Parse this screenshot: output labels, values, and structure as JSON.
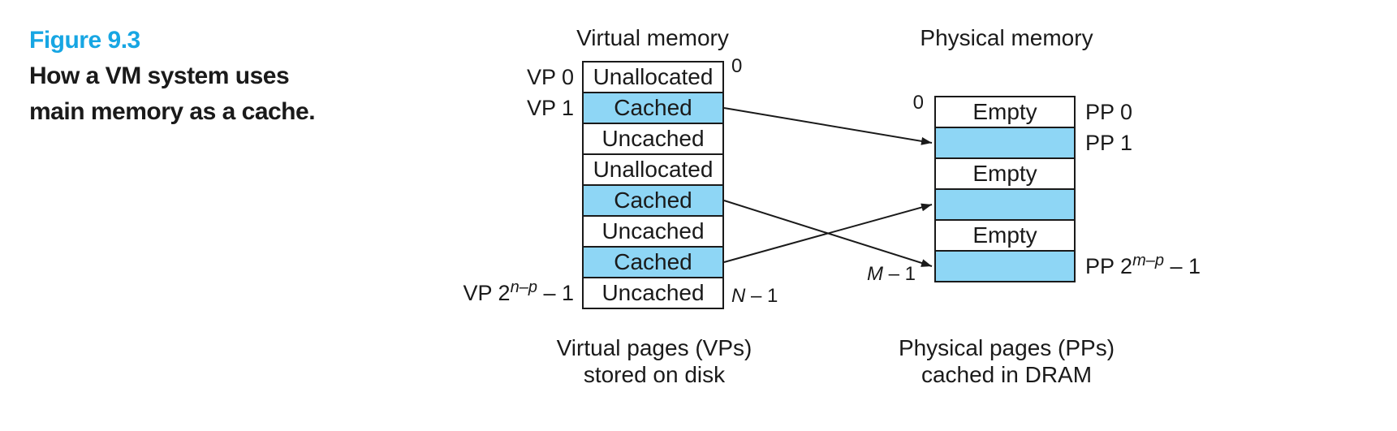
{
  "colors": {
    "accent_blue": "#17a6e3",
    "cell_fill": "#8ed6f5",
    "ink": "#1a1a1a"
  },
  "caption": {
    "label": "Figure 9.3",
    "line1": "How a VM system uses",
    "line2": "main memory as a cache."
  },
  "virtual_memory": {
    "title": "Virtual memory",
    "address_top": "0",
    "address_bottom": {
      "italic": "N",
      "rest": " – 1"
    },
    "rows": [
      {
        "state": "Unallocated",
        "filled": false
      },
      {
        "state": "Cached",
        "filled": true
      },
      {
        "state": "Uncached",
        "filled": false
      },
      {
        "state": "Unallocated",
        "filled": false
      },
      {
        "state": "Cached",
        "filled": true
      },
      {
        "state": "Uncached",
        "filled": false
      },
      {
        "state": "Cached",
        "filled": true
      },
      {
        "state": "Uncached",
        "filled": false
      }
    ],
    "labels": {
      "vp0": "VP 0",
      "vp1": "VP 1",
      "last": {
        "pre": "VP 2",
        "sup": "n–p",
        "post": " – 1"
      }
    },
    "footer_line1": "Virtual pages (VPs)",
    "footer_line2": "stored on disk"
  },
  "physical_memory": {
    "title": "Physical memory",
    "address_top": "0",
    "address_bottom": {
      "italic": "M",
      "rest": " – 1"
    },
    "rows": [
      {
        "state": "Empty",
        "filled": false
      },
      {
        "state": "",
        "filled": true
      },
      {
        "state": "Empty",
        "filled": false
      },
      {
        "state": "",
        "filled": true
      },
      {
        "state": "Empty",
        "filled": false
      },
      {
        "state": "",
        "filled": true
      }
    ],
    "labels": {
      "pp0": "PP 0",
      "pp1": "PP 1",
      "last": {
        "pre": "PP 2",
        "sup": "m–p",
        "post": " – 1"
      }
    },
    "footer_line1": "Physical pages (PPs)",
    "footer_line2": "cached in DRAM"
  },
  "arrows": [
    {
      "from_row": 1,
      "to_row": 1
    },
    {
      "from_row": 4,
      "to_row": 5
    },
    {
      "from_row": 6,
      "to_row": 3
    }
  ]
}
